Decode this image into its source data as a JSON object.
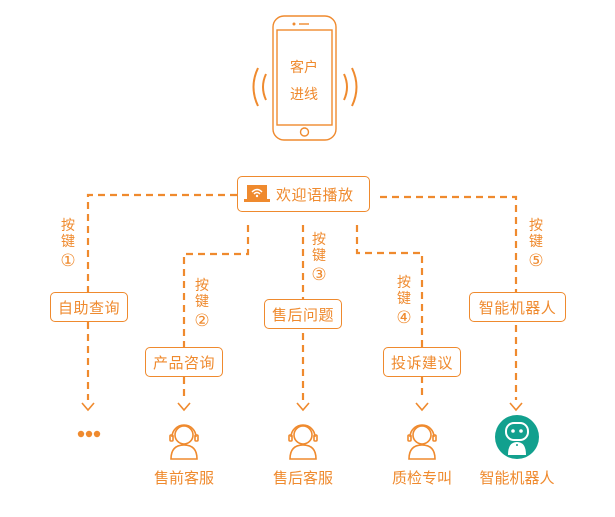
{
  "colors": {
    "accent": "#ef8a2e",
    "robot": "#12a08e"
  },
  "phone": {
    "line1": "客户",
    "line2": "进线",
    "icon": "smartphone-ringing-icon"
  },
  "welcome": {
    "label": "欢迎语播放",
    "icon": "laptop-wifi-icon"
  },
  "branches": [
    {
      "key_label": "按键",
      "key_num": "①",
      "menu": "自助查询",
      "endpoint": "",
      "endpoint_icon": "more-dots-icon"
    },
    {
      "key_label": "按键",
      "key_num": "②",
      "menu": "产品咨询",
      "endpoint": "售前客服",
      "endpoint_icon": "headset-agent-icon"
    },
    {
      "key_label": "按键",
      "key_num": "③",
      "menu": "售后问题",
      "endpoint": "售后客服",
      "endpoint_icon": "headset-agent-icon"
    },
    {
      "key_label": "按键",
      "key_num": "④",
      "menu": "投诉建议",
      "endpoint": "质检专叫",
      "endpoint_icon": "headset-agent-icon"
    },
    {
      "key_label": "按键",
      "key_num": "⑤",
      "menu": "智能机器人",
      "endpoint": "智能机器人",
      "endpoint_icon": "robot-icon"
    }
  ]
}
